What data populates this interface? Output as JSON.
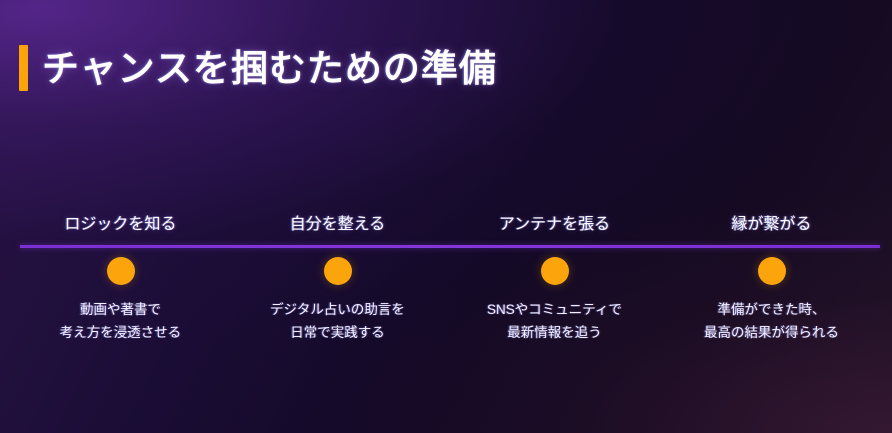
{
  "slide": {
    "title": "チャンスを掴むための準備",
    "accent_bar_color": "#FCA40A",
    "divider_color": "#7B2FD4",
    "dot_color": "#FBA40C",
    "background_colors": [
      "#2a1447",
      "#1b0d36",
      "#130926",
      "#1d1126"
    ],
    "heading_text_color": "#ffffff",
    "body_text_color": "#f2f0ff"
  },
  "steps": [
    {
      "heading": "ロジックを知る",
      "marker": "step-dot",
      "body_line1": "動画や著書で",
      "body_line2": "考え方を浸透させる"
    },
    {
      "heading": "自分を整える",
      "marker": "step-dot",
      "body_line1": "デジタル占いの助言を",
      "body_line2": "日常で実践する"
    },
    {
      "heading": "アンテナを張る",
      "marker": "step-dot",
      "body_line1": "SNSやコミュニティで",
      "body_line2": "最新情報を追う"
    },
    {
      "heading": "縁が繋がる",
      "marker": "step-dot",
      "body_line1": "準備ができた時、",
      "body_line2": "最高の結果が得られる"
    }
  ]
}
